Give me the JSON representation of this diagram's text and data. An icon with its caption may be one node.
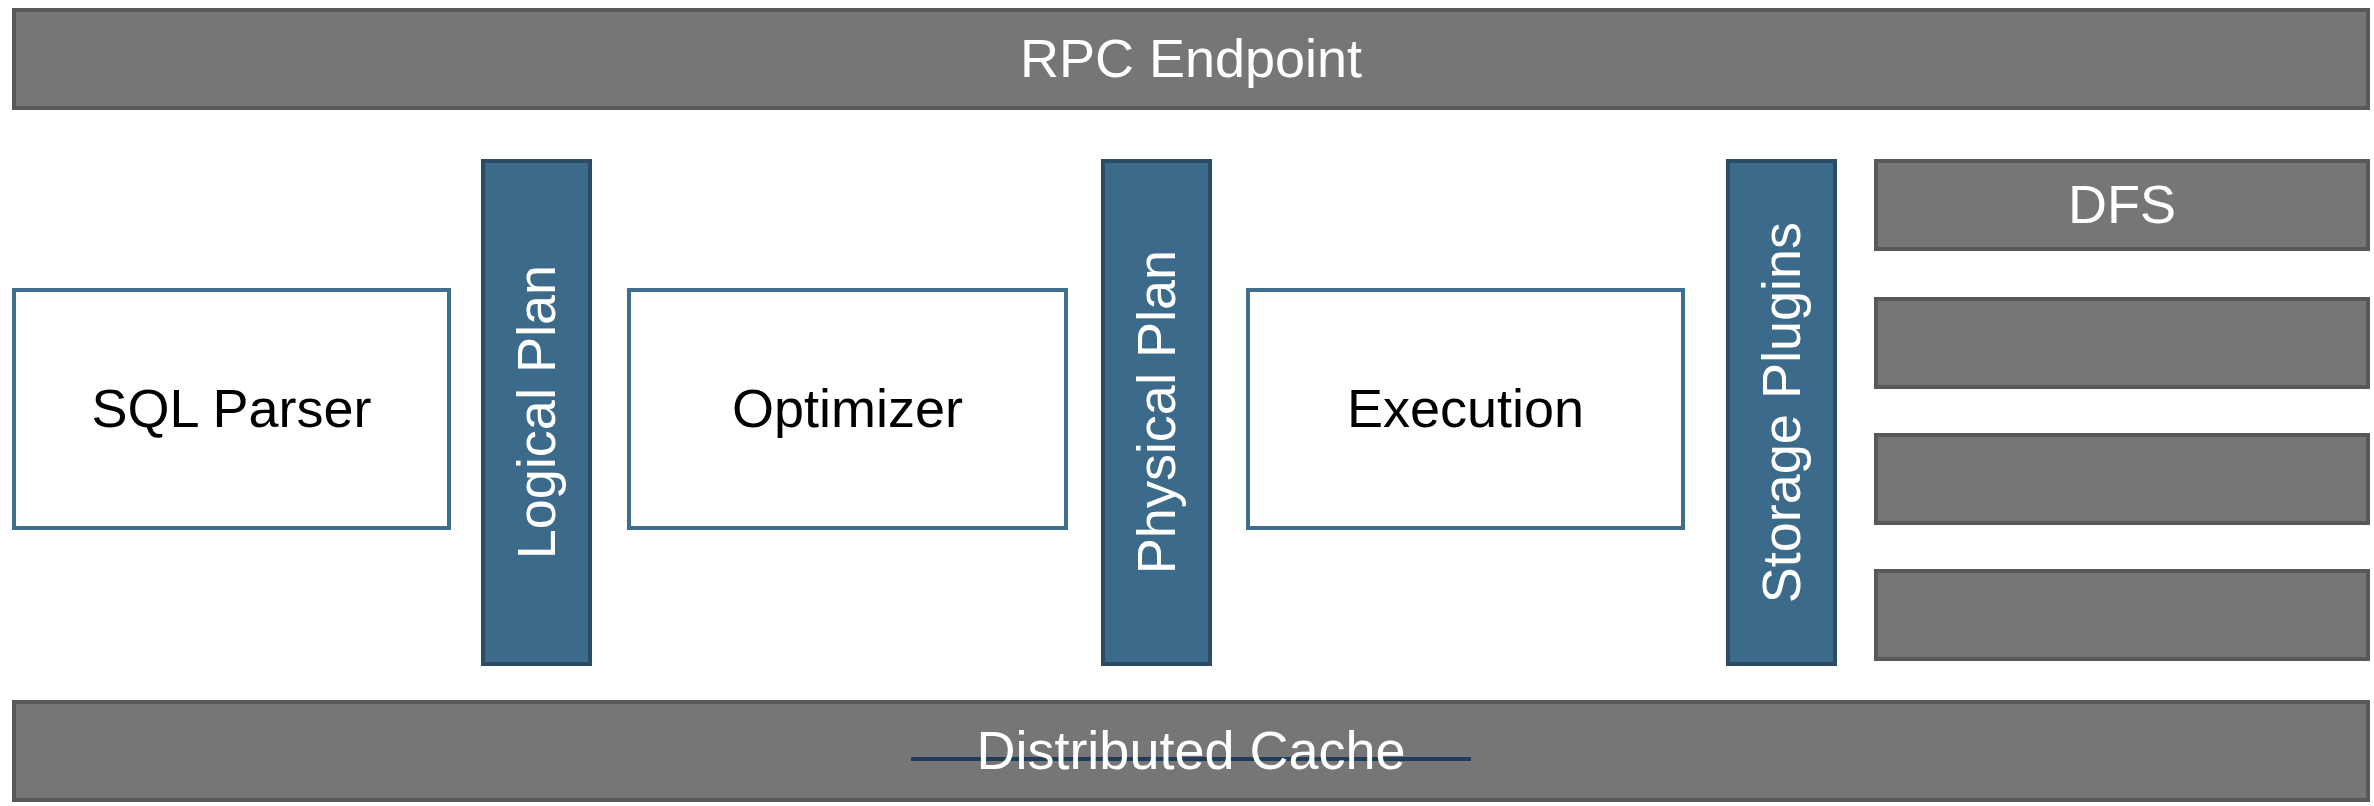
{
  "diagram": {
    "nodes": [
      {
        "text": [
          "RPC Endpoint"
        ]
      },
      {
        "text": [
          "SQL Parser"
        ]
      },
      {
        "text": [
          "Logical Plan"
        ]
      },
      {
        "text": [
          "Optimizer"
        ]
      },
      {
        "text": [
          "Physical Plan"
        ]
      },
      {
        "text": [
          "Execution"
        ]
      },
      {
        "text": [
          "Storage Plugins"
        ]
      },
      {
        "text": [
          "DFS"
        ]
      },
      {
        "text": [],
        "shape": "box"
      },
      {
        "text": [],
        "shape": "box"
      },
      {
        "text": [],
        "shape": "box"
      },
      {
        "text": [
          "Distributed Cache"
        ]
      }
    ]
  }
}
